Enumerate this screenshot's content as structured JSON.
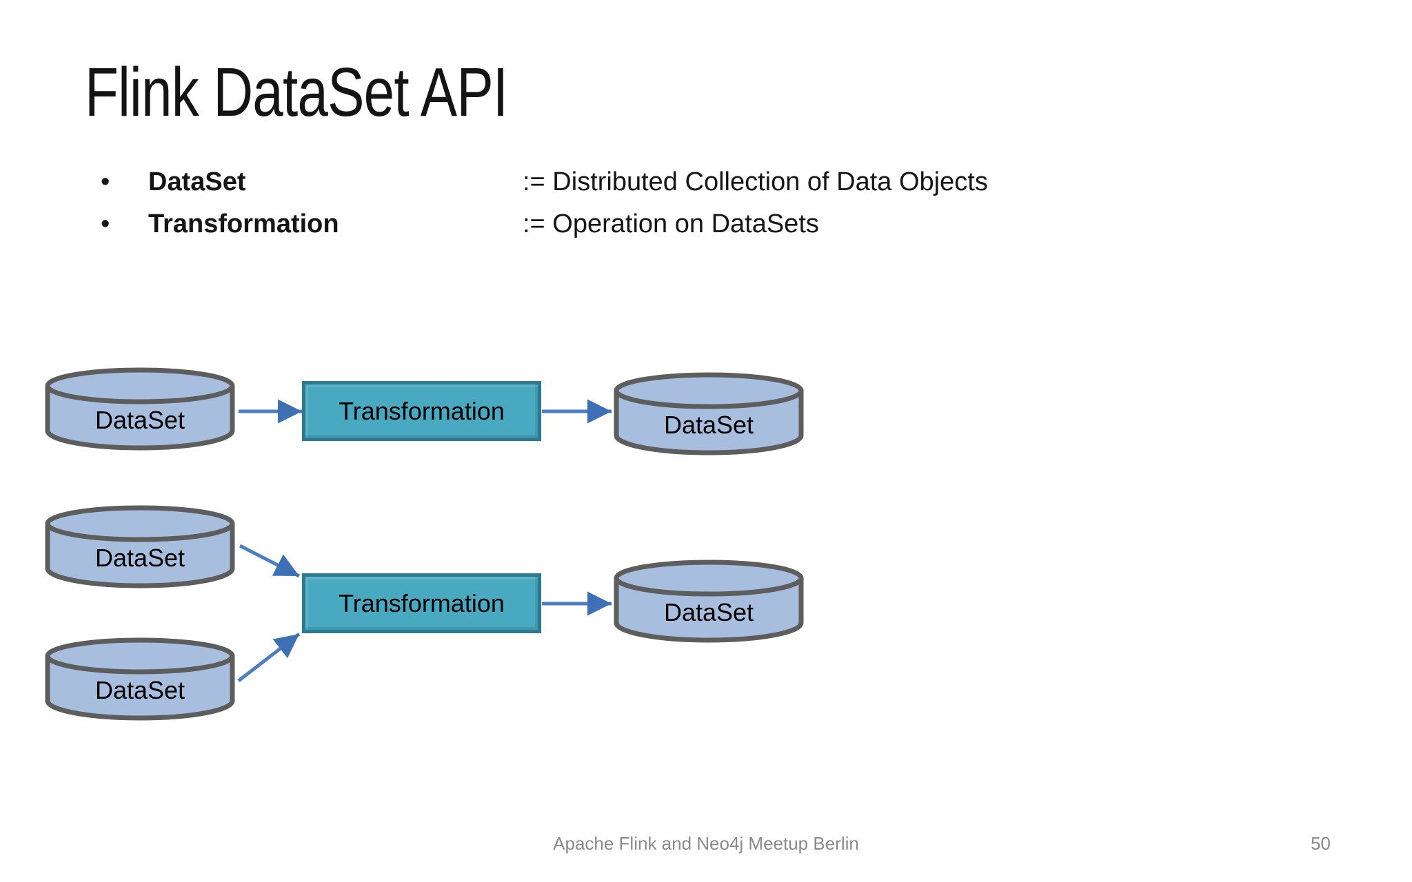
{
  "title": "Flink DataSet API",
  "bullet_char": "•",
  "bullets": [
    {
      "term": "DataSet",
      "definition": ":= Distributed Collection of Data Objects"
    },
    {
      "term": "Transformation",
      "definition": ":= Operation on DataSets"
    }
  ],
  "diagram": {
    "cylinders": [
      {
        "label": "DataSet"
      },
      {
        "label": "DataSet"
      },
      {
        "label": "DataSet"
      },
      {
        "label": "DataSet"
      },
      {
        "label": "DataSet"
      }
    ],
    "boxes": [
      {
        "label": "Transformation"
      },
      {
        "label": "Transformation"
      }
    ]
  },
  "footer": {
    "text": "Apache Flink and Neo4j Meetup Berlin",
    "page": "50"
  },
  "colors": {
    "cylinder_fill": "#a8bedf",
    "cylinder_border": "#5d5d5d",
    "box_fill": "#49a9c0",
    "box_border": "#2b7a90",
    "arrow_line": "#4d7ec3",
    "arrow_head": "#3f6fb5",
    "footer_text": "#8a8a8a"
  }
}
